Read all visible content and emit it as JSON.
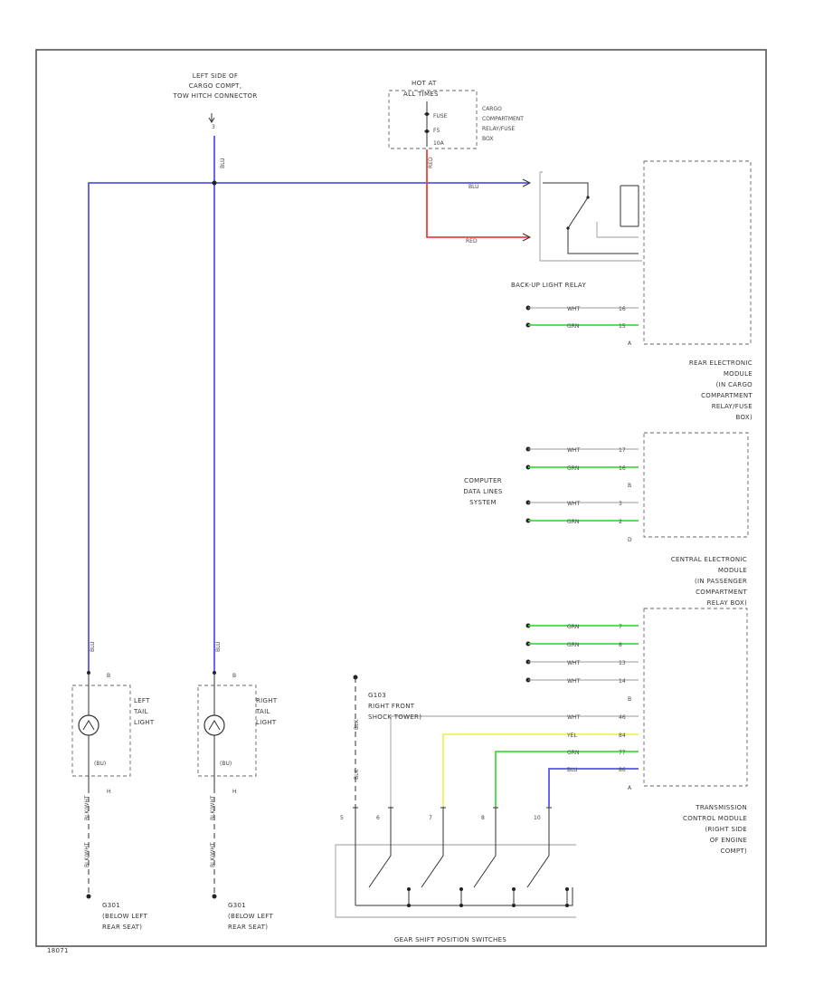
{
  "diagram": {
    "footer_code": "18071",
    "tow_connector": [
      "LEFT SIDE OF",
      "CARGO COMPT,",
      "TOW HITCH CONNECTOR"
    ],
    "tow_pin": "3",
    "hot_label": [
      "HOT AT",
      "ALL TIMES"
    ],
    "fuse_label": [
      "FUSE",
      "F5",
      "10A"
    ],
    "fuse_box_label": [
      "CARGO",
      "COMPARTMENT",
      "RELAY/FUSE",
      "BOX"
    ],
    "relay_name": "BACK-UP LIGHT RELAY",
    "rem_label": [
      "REAR ELECTRONIC",
      "MODULE",
      "(IN CARGO",
      "COMPARTMENT",
      "RELAY/FUSE",
      "BOX)"
    ],
    "rem_pin_a": "A",
    "cdl_label": [
      "COMPUTER",
      "DATA LINES",
      "SYSTEM"
    ],
    "cem_label": [
      "CENTRAL ELECTRONIC",
      "MODULE",
      "(IN PASSENGER",
      "COMPARTMENT",
      "RELAY BOX)"
    ],
    "cem_pins": [
      "B",
      "D"
    ],
    "tcm_label": [
      "TRANSMISSION",
      "CONTROL MODULE",
      "(RIGHT SIDE",
      "OF ENGINE",
      "COMPT)"
    ],
    "tcm_pins": [
      "B",
      "A"
    ],
    "ground_s": [
      "G103",
      "RIGHT FRONT",
      "SHOCK TOWER)"
    ],
    "left_tail": [
      "LEFT",
      "TAIL",
      "LIGHT"
    ],
    "right_tail": [
      "RIGHT",
      "TAIL",
      "LIGHT"
    ],
    "tail_pin": "B",
    "bulb_label": "(BU)",
    "ground_left": [
      "G301",
      "(BELOW LEFT",
      "REAR SEAT)"
    ],
    "ground_right": [
      "G301",
      "(BELOW LEFT",
      "REAR SEAT)"
    ],
    "gear_switch_label": "GEAR SHIFT POSITION SWITCHES",
    "wire_codes": {
      "blu": "BLU",
      "red": "RED",
      "wht": "WHT",
      "grn": "GRN",
      "yel": "YEL",
      "blk": "BLK",
      "blk_wht": "BLK/WHT"
    },
    "rem_pins": [
      "16",
      "15"
    ],
    "cem_wire_pins": [
      "17",
      "16",
      "3",
      "2"
    ],
    "tcm_top_pins": [
      "7",
      "8",
      "13",
      "14"
    ],
    "tcm_bottom_pins": [
      "46",
      "84",
      "77",
      "86"
    ],
    "switch_pins": [
      "5",
      "6",
      "7",
      "8",
      "10"
    ],
    "tail_ground_pin": "H"
  },
  "colors": {
    "blue": "#5656f0",
    "red": "#f04040",
    "green": "#40dd40",
    "yellow": "#f0f060"
  }
}
